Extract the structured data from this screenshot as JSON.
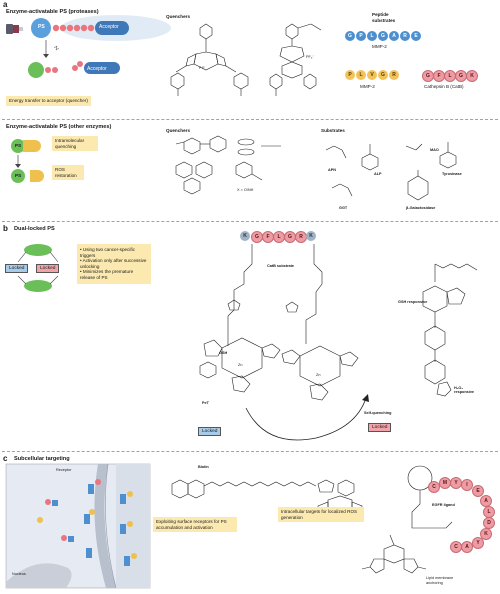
{
  "panel_a": {
    "letter": "a",
    "protease": {
      "title": "Enzyme-activatable PS (proteases)",
      "ps_label": "PS",
      "acceptor_label": "Acceptor",
      "energy_note": "Energy transfer to acceptor (quencher)",
      "quenchers_title": "Quenchers",
      "quencher_counterion": "PF₆⁻",
      "quencher_fluorines": "F F",
      "peptide_title": "Peptide substrates",
      "mmp2_seq1": [
        "G",
        "P",
        "L",
        "G",
        "A",
        "R",
        "E"
      ],
      "mmp2_label1": "MMP-2",
      "mmp2_seq2": [
        "P",
        "L",
        "V",
        "G",
        "R"
      ],
      "mmp2_label2": "MMP-2",
      "catb_seq": [
        "G",
        "F",
        "L",
        "G",
        "K"
      ],
      "catb_label": "Cathepsin B (CatB)"
    },
    "other": {
      "title": "Enzyme-activatable PS (other enzymes)",
      "ps_label": "PS",
      "note_quench": "Intramolecular quenching",
      "note_ros": "ROS restoration",
      "quenchers_title": "Quenchers",
      "quencher_x": "X = O/NH",
      "substrates_title": "Substrates",
      "substrates": [
        "APN",
        "ALP",
        "MAO",
        "Tyrosinase",
        "GGT",
        "β-Galactosidase"
      ]
    }
  },
  "panel_b": {
    "letter": "b",
    "title": "Dual-locked PS",
    "locked_left": "Locked",
    "locked_right": "Locked",
    "bullets": [
      "Using two cancer-specific triggers",
      "Activation only after successive unlocking",
      "Minimizes the premature release of PS"
    ],
    "catb_seq": [
      "K",
      "G",
      "F",
      "L",
      "G",
      "R",
      "K"
    ],
    "catb_label": "CatB substrate",
    "gsh_label": "GSH",
    "gsh_responsive": "GSH responsive",
    "h2o2_responsive": "H₂O₂ responsive",
    "pet_label": "PeT",
    "self_quench": "Self-quenching",
    "tag_left": "Locked",
    "tag_right": "Locked",
    "zn_label": "Zn"
  },
  "panel_c": {
    "letter": "c",
    "title": "Subcellular targeting",
    "receptor_label": "Receptor",
    "nucleus_label": "Nucleus",
    "note_receptor": "Exploiting surface receptors for PS accumulation and activation",
    "biotin_label": "Biotin",
    "note_intracellular": "Intracellular targets for localized ROS generation",
    "egfr_label": "EGFR ligand",
    "egfr_seq": [
      "C",
      "M",
      "Y",
      "I",
      "E",
      "A",
      "L",
      "D",
      "K",
      "Y",
      "A",
      "C"
    ],
    "lipid_label": "Lipid membrane anchoring"
  },
  "colors": {
    "blue": "#4d8fcf",
    "pink": "#ee9ca4",
    "orange": "#f3c35a",
    "yellow_note": "#fbe9b0",
    "green": "#6bbf59"
  }
}
